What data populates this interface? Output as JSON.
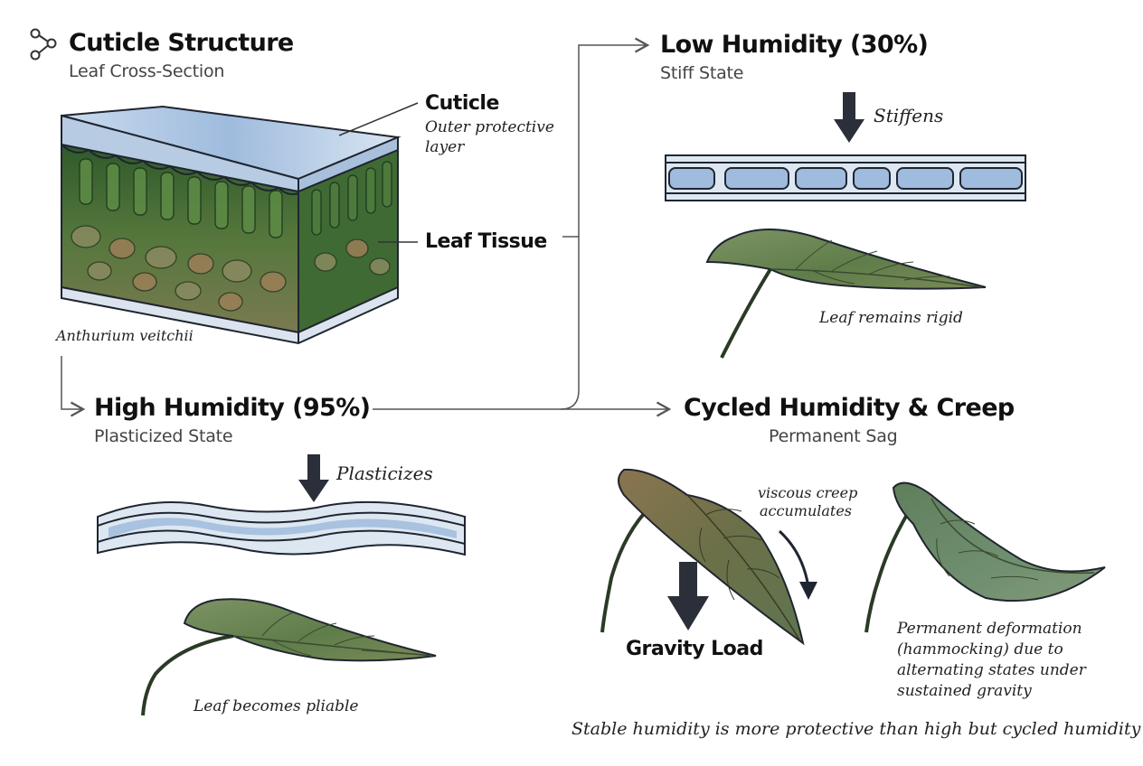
{
  "structure": {
    "title": "Cuticle Structure",
    "subtitle": "Leaf Cross-Section",
    "species": "Anthurium veitchii",
    "cuticle_label": "Cuticle",
    "cuticle_desc_1": "Outer protective",
    "cuticle_desc_2": "layer",
    "tissue_label": "Leaf Tissue"
  },
  "low": {
    "title": "Low Humidity (30%)",
    "subtitle": "Stiff State",
    "action": "Stiffens",
    "caption": "Leaf remains rigid"
  },
  "high": {
    "title": "High Humidity (95%)",
    "subtitle": "Plasticized State",
    "action": "Plasticizes",
    "caption": "Leaf becomes pliable"
  },
  "cycled": {
    "title": "Cycled Humidity & Creep",
    "subtitle": "Permanent Sag",
    "creep_1": "viscous creep",
    "creep_2": "accumulates",
    "gravity": "Gravity Load",
    "deform_1": "Permanent deformation",
    "deform_2": "(hammocking) due to",
    "deform_3": "alternating states under",
    "deform_4": "sustained gravity"
  },
  "conclusion": "Stable humidity is more protective than high but cycled humidity",
  "colors": {
    "ink": "#1f2530",
    "cuticle_blue": "#9fbbdd",
    "tissue_green": "#4f7a3a",
    "leaf_green": "#6f8a55",
    "leaf_brown": "#7e6a45"
  }
}
